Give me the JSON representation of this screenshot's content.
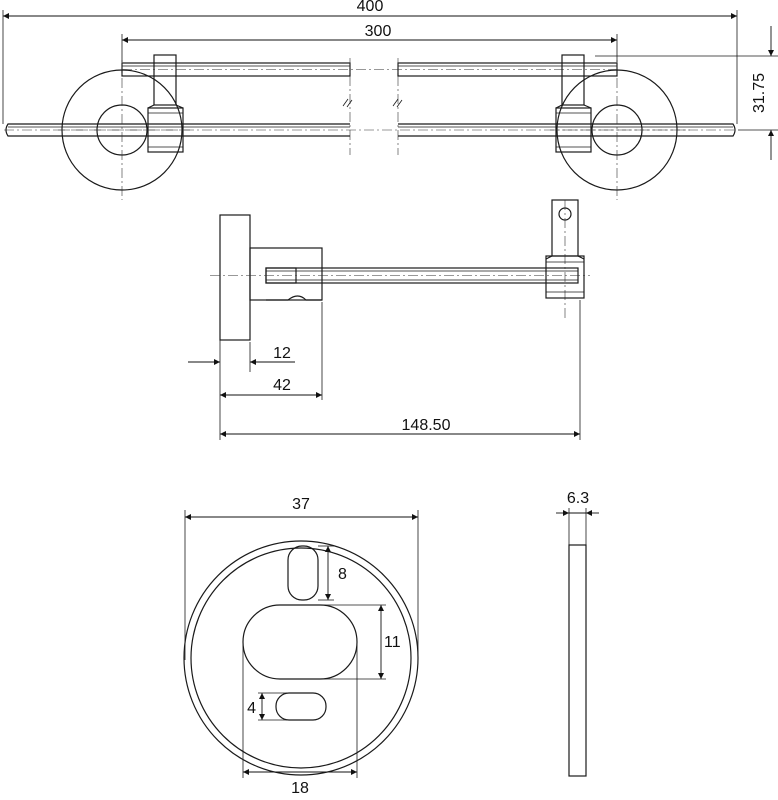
{
  "dimensions": {
    "overall_length": "400",
    "rail_length": "300",
    "projection_height": "31.75",
    "wall_offset": "12",
    "bracket_depth": "42",
    "overall_depth": "148.50",
    "plate_diameter": "37",
    "plate_thickness": "6.3",
    "slot_top_height": "8",
    "slot_center_height": "11",
    "slot_bottom_height": "4",
    "slot_center_width": "18"
  }
}
